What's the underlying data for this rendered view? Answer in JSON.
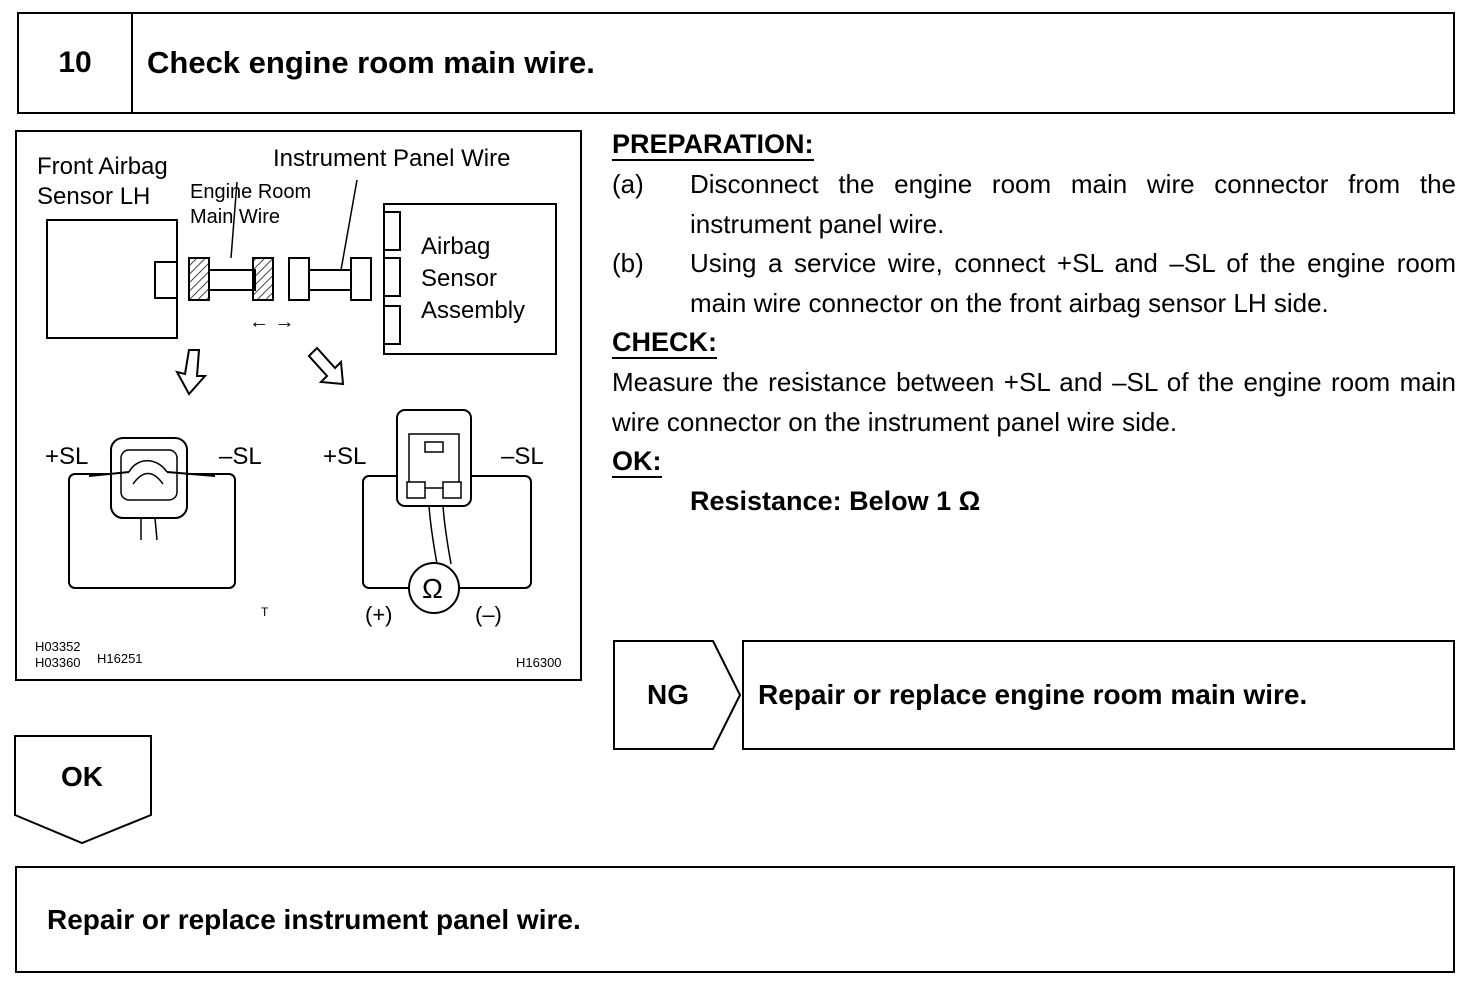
{
  "step": {
    "number": "10",
    "title": "Check engine room main wire."
  },
  "figure": {
    "label_front_airbag_line1": "Front Airbag",
    "label_front_airbag_line2": "Sensor LH",
    "label_instrument_panel_wire": "Instrument Panel Wire",
    "label_engine_room_line1": "Engine Room",
    "label_engine_room_line2": "Main Wire",
    "label_airbag_line1": "Airbag",
    "label_airbag_line2": "Sensor",
    "label_airbag_line3": "Assembly",
    "left_plus_sl": "+SL",
    "left_minus_sl": "–SL",
    "right_plus_sl": "+SL",
    "right_minus_sl": "–SL",
    "ohm_symbol": "Ω",
    "probe_plus": "(+)",
    "probe_minus": "(–)",
    "small_t": "T",
    "code_1": "H03352",
    "code_2": "H03360",
    "code_3": "H16251",
    "code_4": "H16300"
  },
  "instructions": {
    "preparation_heading": "PREPARATION:",
    "prep_items": [
      {
        "label": "(a)",
        "text": "Disconnect the engine room main wire connector from the instrument panel wire."
      },
      {
        "label": "(b)",
        "text": "Using a service wire, connect +SL and –SL of the engine room main wire connector on the front airbag sensor LH side."
      }
    ],
    "check_heading": "CHECK:",
    "check_text": "Measure the resistance between +SL and –SL of the engine room main wire connector on the instrument panel wire side.",
    "ok_heading": "OK:",
    "ok_spec": "Resistance: Below 1 Ω"
  },
  "results": {
    "ng_label": "NG",
    "ng_action": "Repair or replace engine room main wire.",
    "ok_label": "OK",
    "ok_action": "Repair or replace instrument panel wire."
  }
}
